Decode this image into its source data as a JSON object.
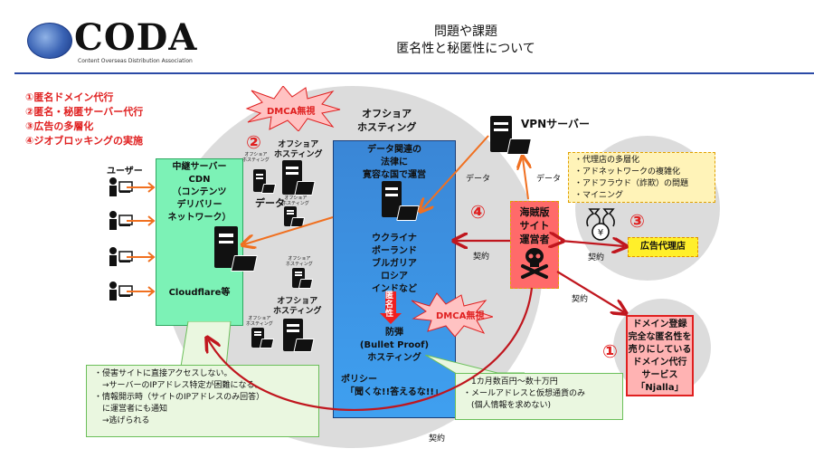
{
  "header": {
    "logo_text": "CODA",
    "logo_subtitle": "Content Overseas Distribution Association",
    "title_line1": "問題や課題",
    "title_line2": "匿名性と秘匿性について"
  },
  "issues": [
    "①匿名ドメイン代行",
    "②匿名・秘匿サーバー代行",
    "③広告の多層化",
    "④ジオブロッキングの実施"
  ],
  "users_label": "ユーザー",
  "cdn": {
    "title": "中継サーバー",
    "line1": "CDN",
    "line2": "（コンテンツ",
    "line3": "デリバリー",
    "line4": "ネットワーク）",
    "footer": "Cloudflare等"
  },
  "offshore": {
    "number": "②",
    "dmca_top": "DMCA無視",
    "heading_line1": "オフショア",
    "heading_line2": "ホスティング",
    "small_label_1": "オフショア",
    "small_label_2": "ホスティング",
    "data_label": "データ"
  },
  "bulletproof": {
    "intro_line1": "データ関連の",
    "intro_line2": "法律に",
    "intro_line3": "寛容な国で運営",
    "countries": [
      "ウクライナ",
      "ポーランド",
      "ブルガリア",
      "ロシア",
      "インドなど"
    ],
    "anonymity_label": "匿名性",
    "dmca_bottom": "DMCA無視",
    "name_line1": "防弾",
    "name_line2": "(Bullet Proof)",
    "name_line3": "ホスティング",
    "policy_label": "ポリシー",
    "policy_text": "「聞くな!!答えるな!!」"
  },
  "vpn": {
    "label": "VPNサーバー",
    "data_label_left": "データ",
    "data_label_right": "データ"
  },
  "geo_number": "④",
  "pirate": {
    "line1": "海賊版",
    "line2": "サイト",
    "line3": "運営者"
  },
  "contract_label": "契約",
  "ad": {
    "number": "③",
    "agency": "広告代理店",
    "notes": [
      "・代理店の多層化",
      "・アドネットワークの複雑化",
      "・アドフラウド（詐欺）の問題",
      "・マイニング"
    ]
  },
  "domain": {
    "number": "①",
    "lines": [
      "ドメイン登録",
      "完全な匿名性を",
      "売りにしている",
      "ドメイン代行",
      "サービス",
      "「Njalla」"
    ]
  },
  "cdn_note": [
    "・侵害サイトに直接アクセスしない。",
    "　→サーバーのIPアドレス特定が困難になる。",
    "・情報開示時（サイトのIPアドレスのみ回答）",
    "　に運営者にも通知",
    "　→逃げられる"
  ],
  "hosting_note": [
    "・1カ月数百円～数十万円",
    "・メールアドレスと仮想通貨のみ",
    "　(個人情報を求めない)"
  ],
  "colors": {
    "accent_red": "#e02020",
    "contract_arrow": "#c0161e",
    "data_arrow": "#f07020",
    "cdn_green": "#7cf2b6",
    "hosting_blue": "#3a8fe0",
    "title_rule": "#2b4aa6"
  }
}
